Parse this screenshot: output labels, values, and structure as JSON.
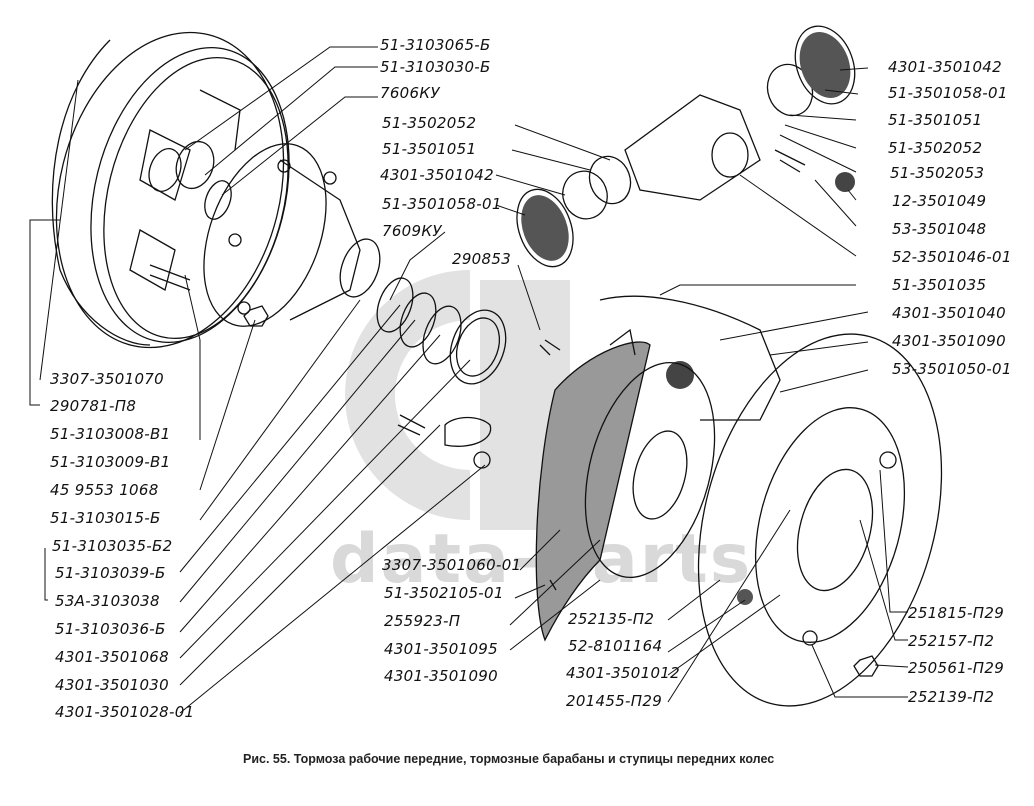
{
  "figure": {
    "caption": "Рис. 55. Тормоза рабочие передние, тормозные барабаны и ступицы передних колес",
    "watermark": "data-parts",
    "colors": {
      "ink": "#111111",
      "watermark": "#d9d9d9",
      "background": "#ffffff"
    }
  },
  "labels": {
    "top_center": [
      "51-3103065-Б",
      "51-3103030-Б",
      "7606КУ"
    ],
    "mid_center": [
      "51-3502052",
      "51-3501051",
      "4301-3501042",
      "51-3501058-01",
      "7609КУ"
    ],
    "part_290853": "290853",
    "right_top": [
      "4301-3501042",
      "51-3501058-01",
      "51-3501051",
      "51-3502052",
      "51-3502053",
      "12-3501049",
      "53-3501048",
      "52-3501046-01",
      "51-3501035",
      "4301-3501040",
      "4301-3501090",
      "53-3501050-01"
    ],
    "left_column": [
      "3307-3501070",
      "290781-П8",
      "51-3103008-В1",
      "51-3103009-В1",
      "45 9553 1068",
      "51-3103015-Б",
      "51-3103035-Б2",
      "51-3103039-Б",
      "53А-3103038",
      "51-3103036-Б",
      "4301-3501068",
      "4301-3501030",
      "4301-3501028-01"
    ],
    "bottom_center": [
      "3307-3501060-01",
      "51-3502105-01",
      "255923-П",
      "4301-3501095",
      "4301-3501090"
    ],
    "bottom_mid": [
      "252135-П2",
      "52-8101164",
      "4301-3501012",
      "201455-П29"
    ],
    "bottom_right": [
      "251815-П29",
      "252157-П2",
      "250561-П29",
      "252139-П2"
    ]
  }
}
